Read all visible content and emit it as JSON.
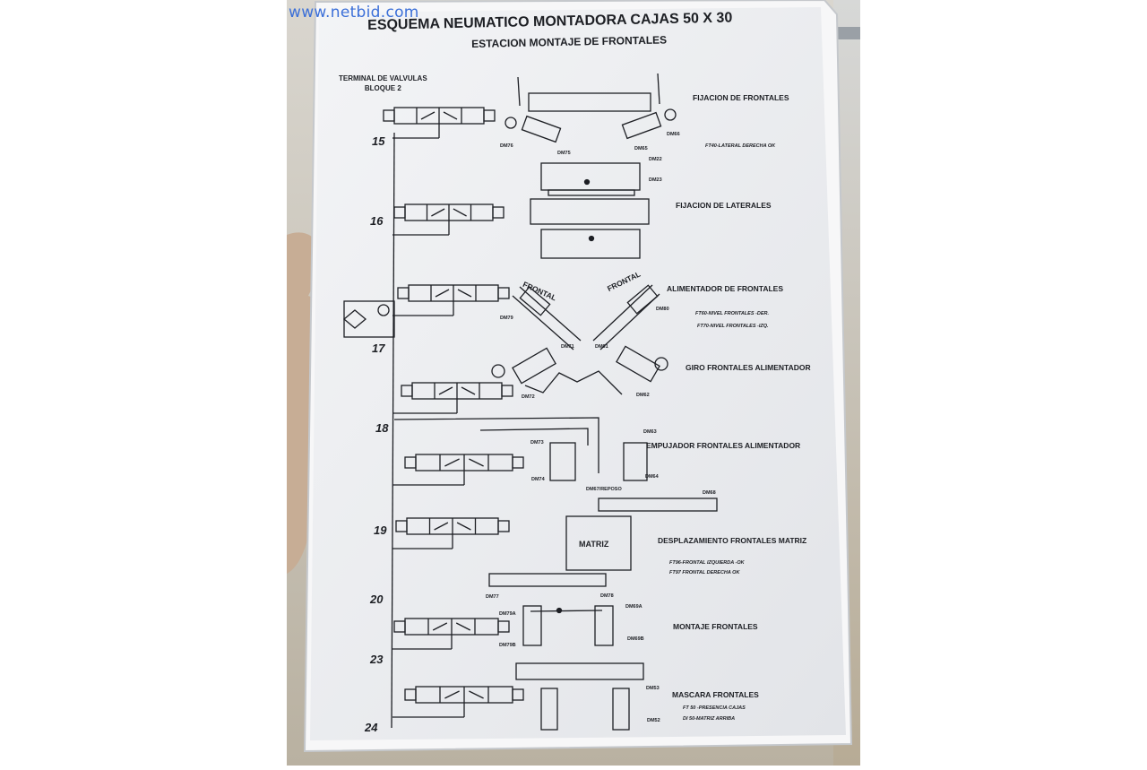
{
  "watermark": "www.netbid.com",
  "title": "ESQUEMA NEUMATICO MONTADORA CAJAS 50 X 30",
  "subtitle": "ESTACION MONTAJE DE FRONTALES",
  "terminal": {
    "line1": "TERMINAL DE VALVULAS",
    "line2": "BLOQUE  2"
  },
  "valve_numbers": [
    "15",
    "16",
    "17",
    "18",
    "19",
    "20",
    "23",
    "24"
  ],
  "stations": {
    "fijacion_frontales": "FIJACION DE FRONTALES",
    "fijacion_laterales": "FIJACION DE LATERALES",
    "alimentador_frontales": "ALIMENTADOR DE FRONTALES",
    "giro_frontales": "GIRO FRONTALES ALIMENTADOR",
    "empujador_frontales": "EMPUJADOR FRONTALES ALIMENTADOR",
    "desplazamiento_frontales": "DESPLAZAMIENTO FRONTALES MATRIZ",
    "montaje_frontales": "MONTAJE FRONTALES",
    "mascara_frontales": "MASCARA FRONTALES"
  },
  "notes": {
    "ft40": "FT40-LATERAL DERECHA OK",
    "ft60": "FT60-NIVEL FRONTALES -DER.",
    "ft70": "FT70-NIVEL FRONTALES -IZQ.",
    "ft96": "FT96-FRONTAL IZQUIERDA -OK",
    "ft97": "FT97 FRONTAL DERECHA OK",
    "ft50": "FT 50 -PRESENCIA CAJAS",
    "di50": "DI 50-MATRIZ ARRIBA"
  },
  "frontal_word": "FRONTAL",
  "matriz_word": "MATRIZ",
  "components": {
    "dm76": "DM76",
    "dm75": "DM75",
    "dm65": "DM65",
    "dm66": "DM66",
    "dm22": "DM22",
    "dm23": "DM23",
    "dm79": "DM79",
    "dm80": "DM80",
    "dm71": "DM71",
    "dm61": "DM61",
    "dm72": "DM72",
    "dm62": "DM62",
    "dm73": "DM73",
    "dm63": "DM63",
    "dm74": "DM74",
    "dm64": "DM64",
    "dm67": "DM67/REPOSO",
    "dm68": "DM68",
    "dm77": "DM77",
    "dm78": "DM78",
    "dm79a": "DM79A",
    "dm69a": "DM69A",
    "dm79b": "DM79B",
    "dm69b": "DM69B",
    "dm53": "DM53",
    "dm52": "DM52"
  },
  "colors": {
    "sheet": "#eceef1",
    "ink": "#1d1f24",
    "watermark": "#3b6fd8",
    "hand": "#c8b09a"
  }
}
